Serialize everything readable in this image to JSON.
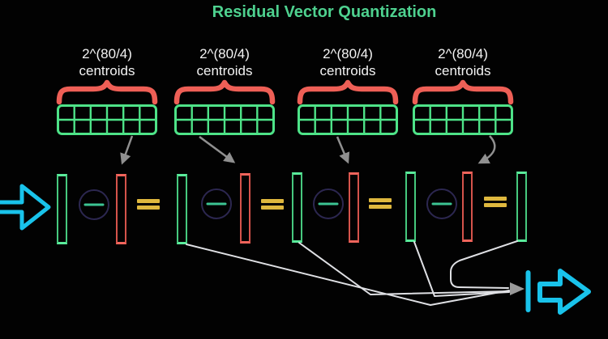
{
  "title": "Residual Vector Quantization",
  "codebooks": [
    {
      "label_line1": "2^(80/4)",
      "label_line2": "centroids"
    },
    {
      "label_line1": "2^(80/4)",
      "label_line2": "centroids"
    },
    {
      "label_line1": "2^(80/4)",
      "label_line2": "centroids"
    },
    {
      "label_line1": "2^(80/4)",
      "label_line2": "centroids"
    }
  ],
  "icons": {
    "input-arrow": "right-arrow-outline",
    "output-arrow": "right-arrow-outline-with-bar",
    "minus-operator": "minus-in-circle",
    "equals-operator": "double-bar-equals",
    "curly-brace": "horizontal-curly-brace",
    "codebook-grid": "2x6-cell-table"
  },
  "colors": {
    "bg": "#020202",
    "title-green": "#4ed18f",
    "label-white": "#f3f3f3",
    "grid-green": "#4ee388",
    "vector-green": "#46c97e",
    "vector-green-cap": "#5aeb9b",
    "vector-red": "#d5534b",
    "vector-red-cap": "#f1655c",
    "coral": "#ee5f56",
    "gold": "#dfb83e",
    "teal-minus": "#3cc493",
    "circle-outline": "#2c2750",
    "cyan": "#19c3eb",
    "line-white": "#dfe0e4",
    "arrow-gray": "#909090"
  }
}
